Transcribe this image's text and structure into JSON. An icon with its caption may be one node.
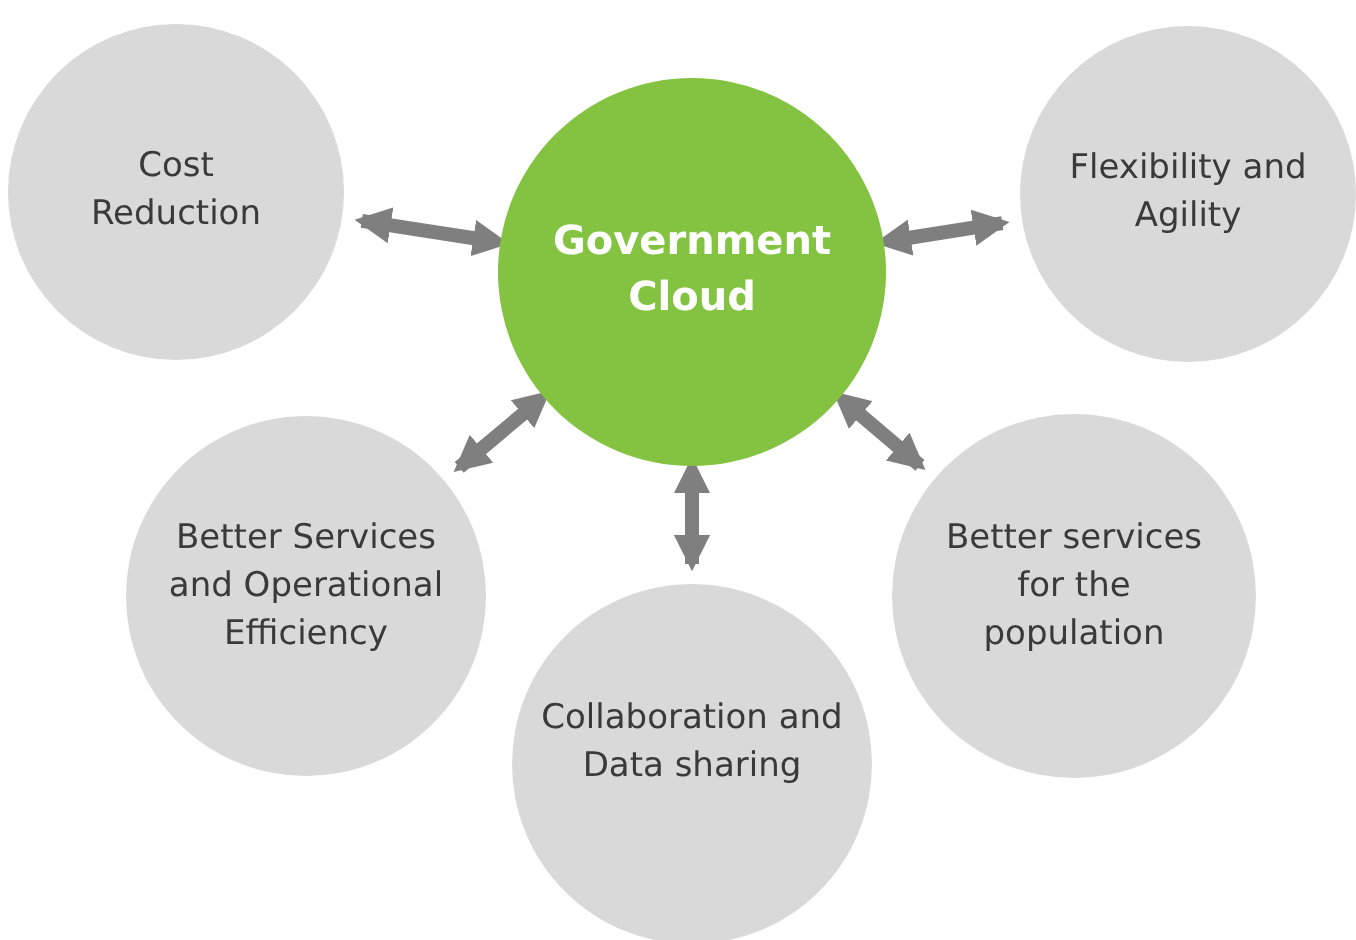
{
  "diagram": {
    "nodes": [
      {
        "text": [
          "Cost Reduction"
        ]
      },
      {
        "text": [
          "Government Cloud"
        ]
      },
      {
        "text": [
          "Flexibility and Agility"
        ]
      },
      {
        "text": [
          "Better Services and Operational Efficiency"
        ]
      },
      {
        "text": [
          "Better services for the population"
        ]
      },
      {
        "text": [
          "Collaboration and Data sharing"
        ]
      }
    ],
    "edges": [
      {
        "from": 1,
        "to": 0,
        "arrow": "both"
      },
      {
        "from": 1,
        "to": 2,
        "arrow": "both"
      },
      {
        "from": 1,
        "to": 3,
        "arrow": "both"
      },
      {
        "from": 1,
        "to": 4,
        "arrow": "both"
      },
      {
        "from": 1,
        "to": 5,
        "arrow": "both"
      }
    ]
  }
}
